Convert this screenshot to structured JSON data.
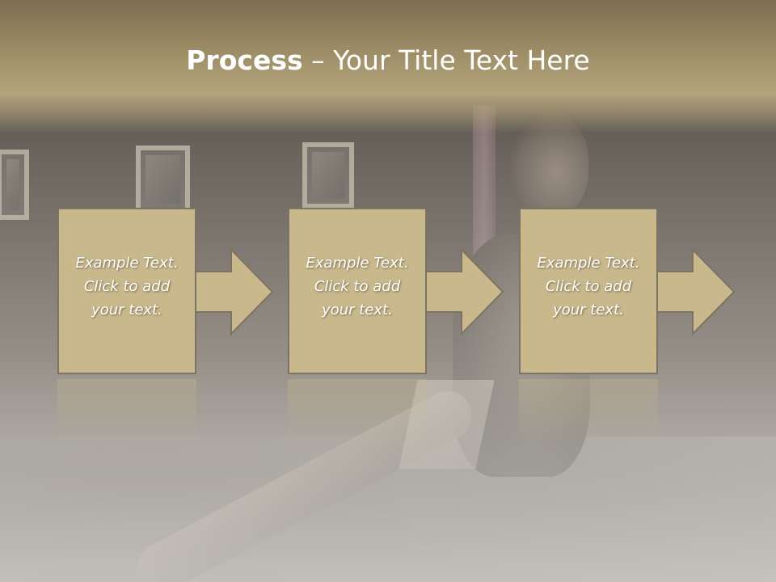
{
  "title": {
    "bold": "Process",
    "rest": " – Your Title Text Here"
  },
  "steps": [
    {
      "text": "Example Text.\nClick  to add\nyour text."
    },
    {
      "text": "Example Text.\nClick  to add\nyour text."
    },
    {
      "text": "Example Text.\nClick  to add\nyour text."
    }
  ],
  "colors": {
    "box_fill": "#c8b88c",
    "box_border": "#7d7362",
    "header": "#a2926b"
  }
}
